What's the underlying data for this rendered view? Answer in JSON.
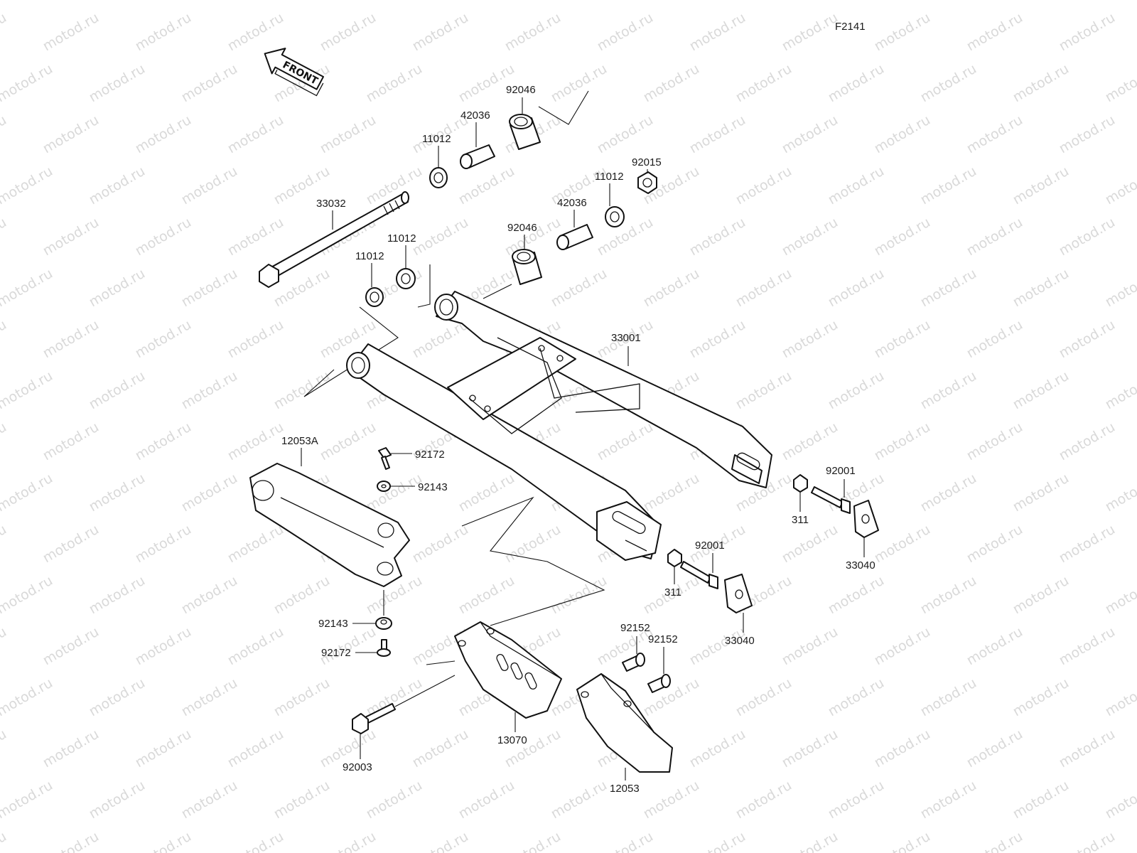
{
  "figure_code": "F2141",
  "watermark": "motod.ru",
  "front_label": "FRONT",
  "parts": {
    "p92046_top": "92046",
    "p42036_top": "42036",
    "p11012_top": "11012",
    "p33032": "33032",
    "p92015": "92015",
    "p11012_right": "11012",
    "p42036_mid": "42036",
    "p92046_mid": "92046",
    "p11012_a": "11012",
    "p11012_b": "11012",
    "p33001": "33001",
    "p12053A": "12053A",
    "p92172_top": "92172",
    "p92143_top": "92143",
    "p92143_bot": "92143",
    "p92172_bot": "92172",
    "p92001_right": "92001",
    "p311_right": "311",
    "p33040_right": "33040",
    "p92001_left": "92001",
    "p311_left": "311",
    "p33040_left": "33040",
    "p92152_a": "92152",
    "p92152_b": "92152",
    "p13070": "13070",
    "p92003": "92003",
    "p12053": "12053"
  }
}
